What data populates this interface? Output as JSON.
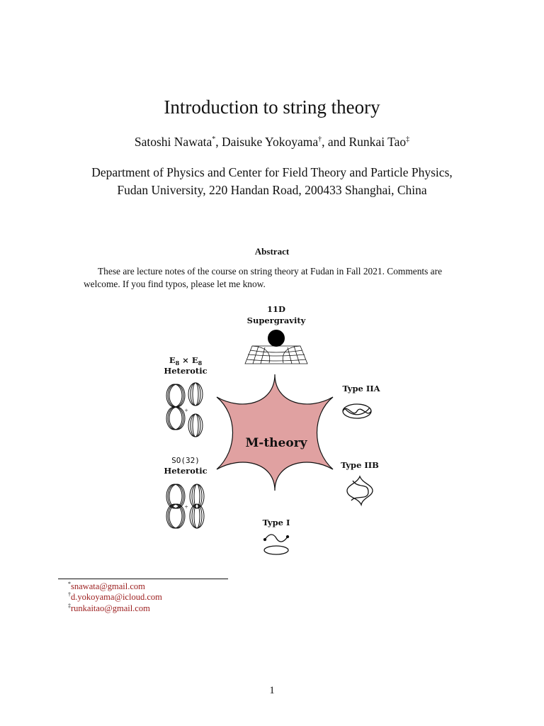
{
  "title": "Introduction to string theory",
  "authors": {
    "a1": "Satoshi Nawata",
    "a1_mark": "*",
    "a2": "Daisuke Yokoyama",
    "a2_mark": "†",
    "a3": "Runkai Tao",
    "a3_mark": "‡",
    "sep1": ", ",
    "sep2": ", and "
  },
  "affiliation": {
    "line1": "Department of Physics and Center for Field Theory and Particle Physics,",
    "line2": "Fudan University, 220 Handan Road, 200433 Shanghai, China"
  },
  "abstract": {
    "heading": "Abstract",
    "text": "These are lecture notes of the course on string theory at Fudan in Fall 2021. Comments are welcome. If you find typos, please let me know."
  },
  "figure": {
    "center_label": "M-theory",
    "sugra_line1": "11D",
    "sugra_line2": "Supergravity",
    "e8_line1": "E",
    "e8_sub": "8",
    "e8_times": " × ",
    "e8_line2": "Heterotic",
    "so32_line1": "SO(32)",
    "so32_line2": "Heterotic",
    "iia": "Type IIA",
    "iib": "Type IIB",
    "typei": "Type I",
    "star_fill": "#e0a1a1",
    "plus_sign": "+"
  },
  "footnotes": [
    {
      "mark": "*",
      "email": "snawata@gmail.com"
    },
    {
      "mark": "†",
      "email": "d.yokoyama@icloud.com"
    },
    {
      "mark": "‡",
      "email": "runkaitao@gmail.com"
    }
  ],
  "page_number": "1"
}
